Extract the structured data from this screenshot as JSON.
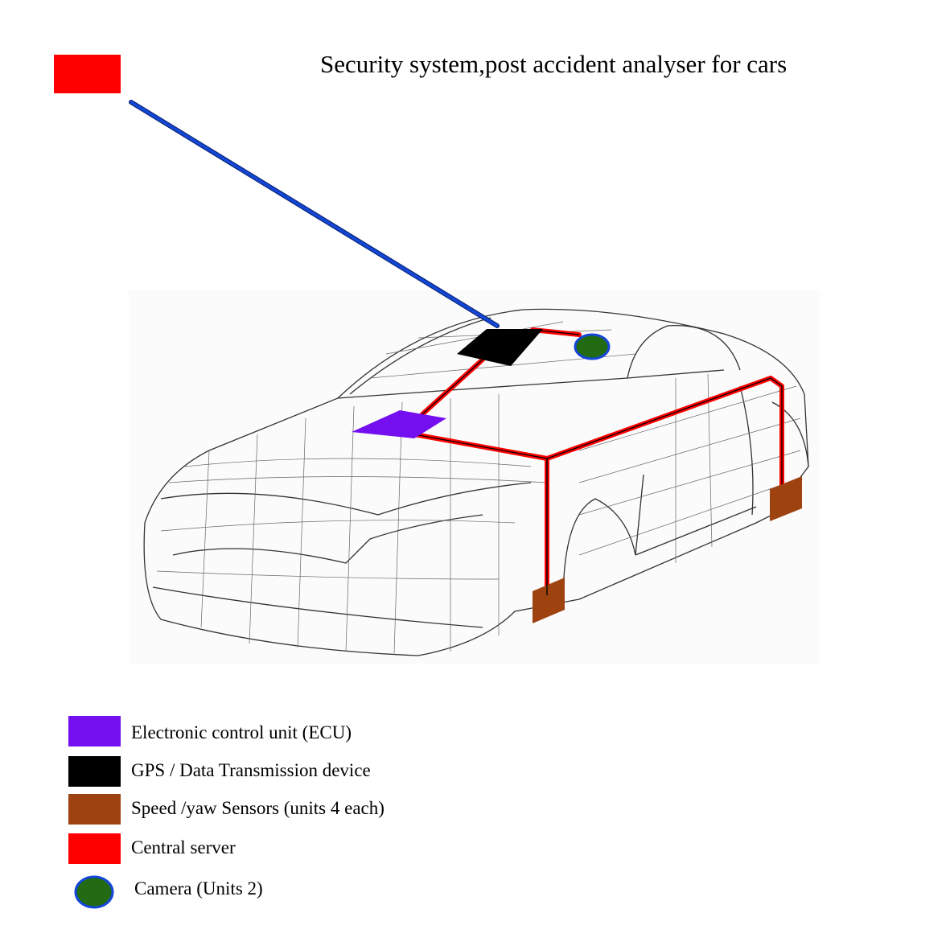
{
  "title": "Security system,post accident analyser for cars",
  "colors": {
    "ecu": "#7410f0",
    "gps": "#000000",
    "sensor": "#9e4210",
    "server": "#ff0000",
    "camera_fill": "#226b12",
    "camera_border": "#1446d8",
    "server_link": "#1446d8",
    "wiring": "#ff0000"
  },
  "legend": [
    {
      "label": "Electronic control unit (ECU)",
      "icon": "ecu-swatch"
    },
    {
      "label": "GPS / Data Transmission device",
      "icon": "gps-swatch"
    },
    {
      "label": "Speed /yaw Sensors (units 4 each)",
      "icon": "sensor-swatch"
    },
    {
      "label": "Central server",
      "icon": "server-swatch"
    },
    {
      "label": "Camera (Units 2)",
      "icon": "camera-swatch"
    }
  ]
}
